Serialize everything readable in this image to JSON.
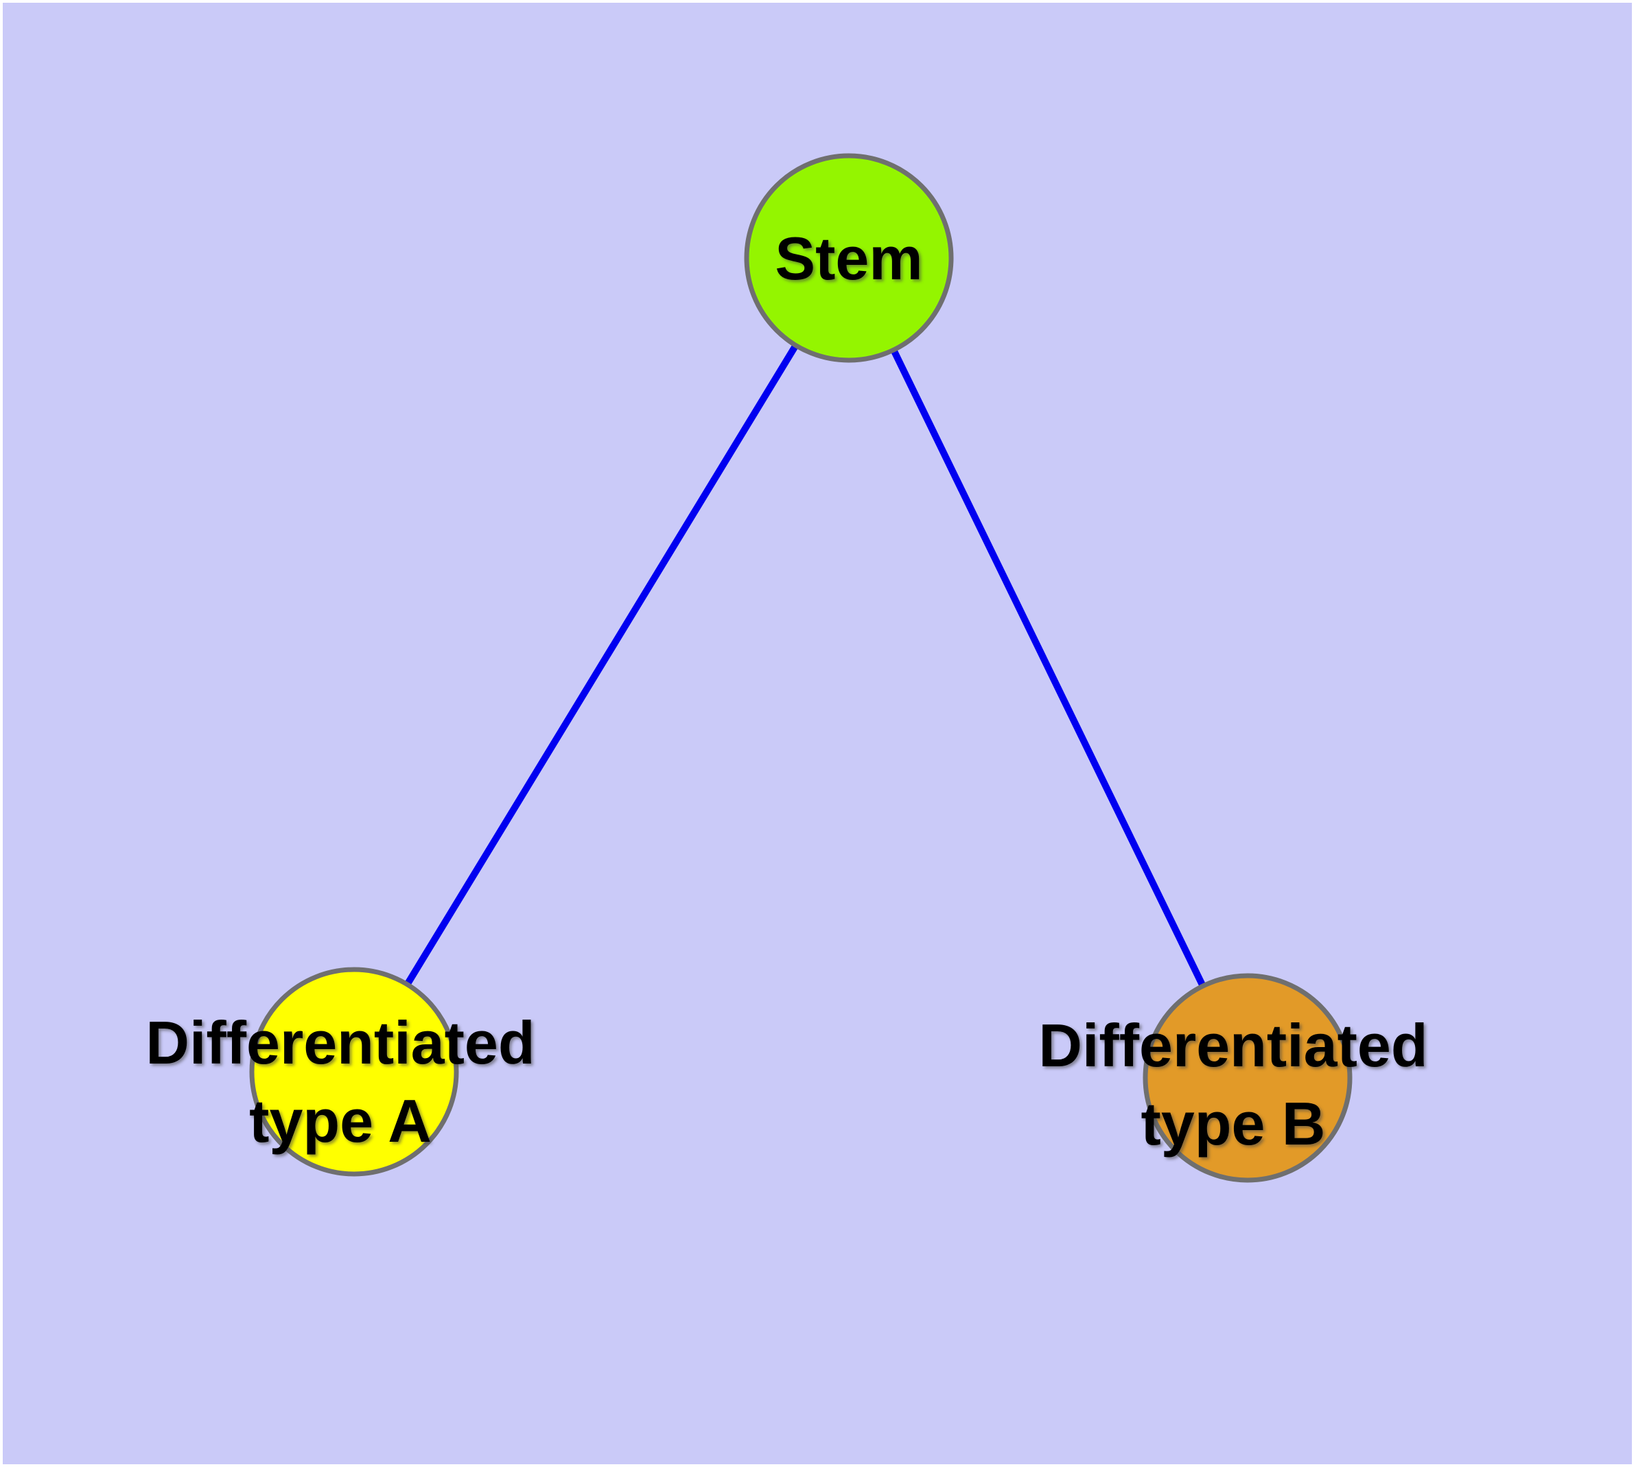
{
  "colors": {
    "page_margin": "#ffffff",
    "background": "#cacaf8",
    "edge": "#0000f0",
    "node_border": "#6f6f6f",
    "label_text": "#000000"
  },
  "nodes": {
    "stem": {
      "label": "Stem",
      "fill": "#94f500",
      "stroke": "#6f6f6f"
    },
    "type_a": {
      "label_line1": "Differentiated",
      "label_line2": "type A",
      "fill": "#ffff00",
      "stroke": "#6f6f6f"
    },
    "type_b": {
      "label_line1": "Differentiated",
      "label_line2": "type B",
      "fill": "#e29a28",
      "stroke": "#6f6f6f"
    }
  },
  "edges": {
    "color": "#0000f0",
    "items": [
      {
        "from": "Stem",
        "to": "Differentiated type A"
      },
      {
        "from": "Stem",
        "to": "Differentiated type B"
      }
    ]
  }
}
